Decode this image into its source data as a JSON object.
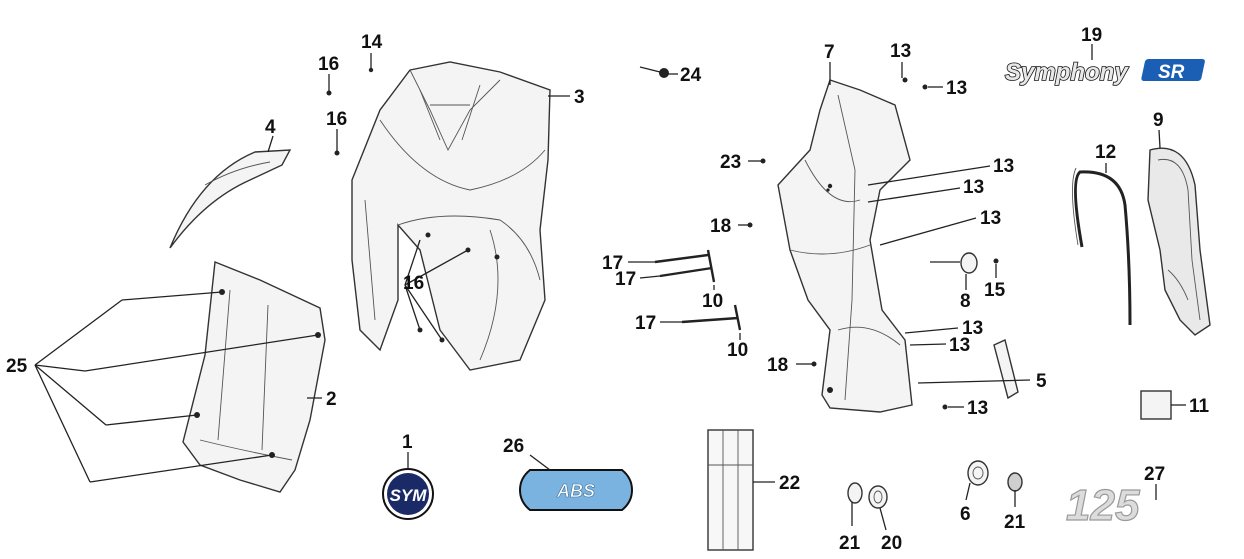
{
  "callouts": [
    {
      "id": "c14",
      "n": "14"
    },
    {
      "id": "c16a",
      "n": "16"
    },
    {
      "id": "c16b",
      "n": "16"
    },
    {
      "id": "c16c",
      "n": "16"
    },
    {
      "id": "c3",
      "n": "3"
    },
    {
      "id": "c4",
      "n": "4"
    },
    {
      "id": "c24",
      "n": "24"
    },
    {
      "id": "c25",
      "n": "25"
    },
    {
      "id": "c2",
      "n": "2"
    },
    {
      "id": "c1",
      "n": "1"
    },
    {
      "id": "c26",
      "n": "26"
    },
    {
      "id": "c22",
      "n": "22"
    },
    {
      "id": "c7",
      "n": "7"
    },
    {
      "id": "c13a",
      "n": "13"
    },
    {
      "id": "c13b",
      "n": "13"
    },
    {
      "id": "c13c",
      "n": "13"
    },
    {
      "id": "c13d",
      "n": "13"
    },
    {
      "id": "c13e",
      "n": "13"
    },
    {
      "id": "c13f",
      "n": "13"
    },
    {
      "id": "c13g",
      "n": "13"
    },
    {
      "id": "c13h",
      "n": "13"
    },
    {
      "id": "c23",
      "n": "23"
    },
    {
      "id": "c18a",
      "n": "18"
    },
    {
      "id": "c18b",
      "n": "18"
    },
    {
      "id": "c17a",
      "n": "17"
    },
    {
      "id": "c17b",
      "n": "17"
    },
    {
      "id": "c17c",
      "n": "17"
    },
    {
      "id": "c10a",
      "n": "10"
    },
    {
      "id": "c10b",
      "n": "10"
    },
    {
      "id": "c8",
      "n": "8"
    },
    {
      "id": "c15",
      "n": "15"
    },
    {
      "id": "c5",
      "n": "5"
    },
    {
      "id": "c19",
      "n": "19"
    },
    {
      "id": "c12",
      "n": "12"
    },
    {
      "id": "c9",
      "n": "9"
    },
    {
      "id": "c11",
      "n": "11"
    },
    {
      "id": "c6",
      "n": "6"
    },
    {
      "id": "c21a",
      "n": "21"
    },
    {
      "id": "c21b",
      "n": "21"
    },
    {
      "id": "c20",
      "n": "20"
    },
    {
      "id": "c27",
      "n": "27"
    }
  ],
  "emblems": {
    "sym": "SYM",
    "abs": "ABS",
    "brand_main": "Symphony",
    "brand_suffix": "SR",
    "model": "125"
  },
  "colors": {
    "brand_blue": "#1b5fb4",
    "abs_blue": "#7ab3e0",
    "line": "#333333",
    "logo_grey": "#c8c8c8"
  }
}
